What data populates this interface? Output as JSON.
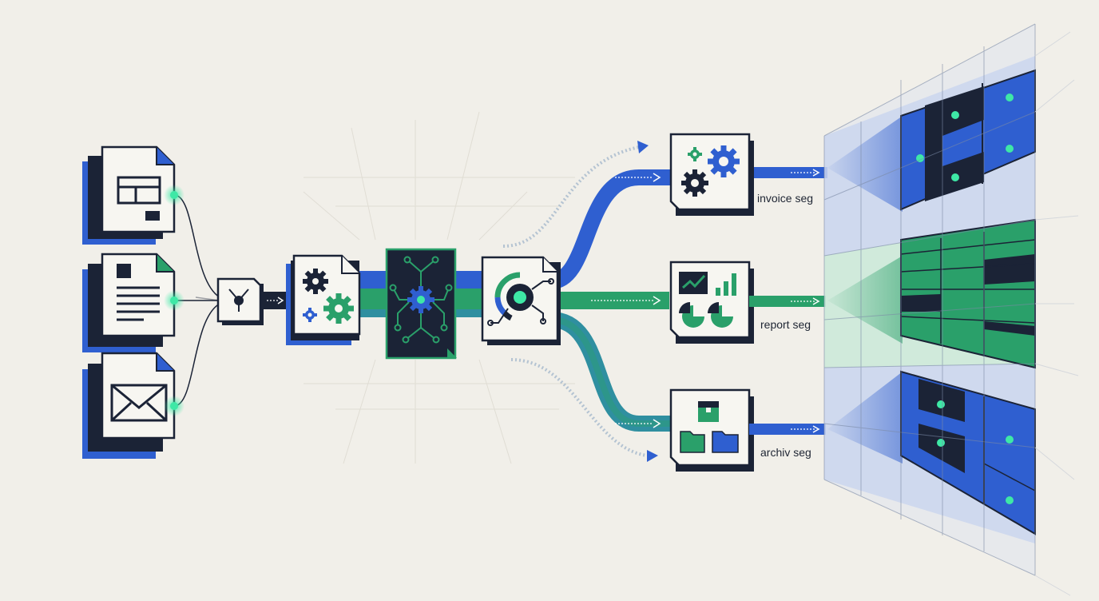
{
  "segments": {
    "invoice": {
      "label": "invoice seg"
    },
    "report": {
      "label": "report seg"
    },
    "archive": {
      "label": "archiv seg"
    }
  },
  "colors": {
    "background": "#f1efe9",
    "navy": "#1b2336",
    "blue": "#2f5fd0",
    "green": "#2aa06a",
    "teal": "#2f8fa0",
    "glow": "#3ee8a6",
    "card": "#f7f6f1"
  },
  "icons": {
    "sources": [
      "layout-document-icon",
      "text-document-icon",
      "email-document-icon"
    ],
    "router": "split-router-icon",
    "gears": "gears-document-icon",
    "processor": "ai-circuit-processor-icon",
    "classifier": "classifier-dial-icon",
    "outputs": [
      "gears-output-icon",
      "chart-output-icon",
      "folder-archive-icon"
    ]
  }
}
